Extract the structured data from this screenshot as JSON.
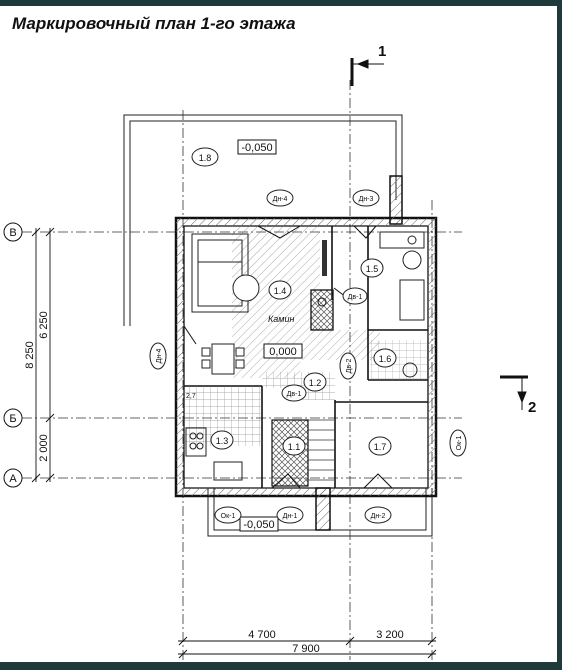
{
  "title": "Маркировочный план 1-го этажа",
  "section_marks": [
    "1",
    "2"
  ],
  "axes": [
    "В",
    "Б",
    "А"
  ],
  "dims_vertical": [
    "8 250",
    "6 250",
    "2 000"
  ],
  "dims_horizontal": [
    "4 700",
    "3 200",
    "7 900"
  ],
  "levels": {
    "outside_top": "-0,050",
    "floor": "0,000",
    "outside_bottom": "-0,050"
  },
  "rooms": [
    "1.8",
    "1.4",
    "1.5",
    "1.6",
    "1.2",
    "1.3",
    "1.1",
    "1.7"
  ],
  "room_label_kamin": "Камин",
  "doors": [
    "Дн-4",
    "Дн-3",
    "Дв-1",
    "Дн-4",
    "Дв-2",
    "Дв-1",
    "Дн-1",
    "Дн-2"
  ],
  "windows": [
    "Ок-1",
    "Ок-1"
  ],
  "marker_2_7": "2,7",
  "colors": {
    "line": "#111111",
    "hatch": "#555555",
    "frame": "#1f3a3a"
  }
}
